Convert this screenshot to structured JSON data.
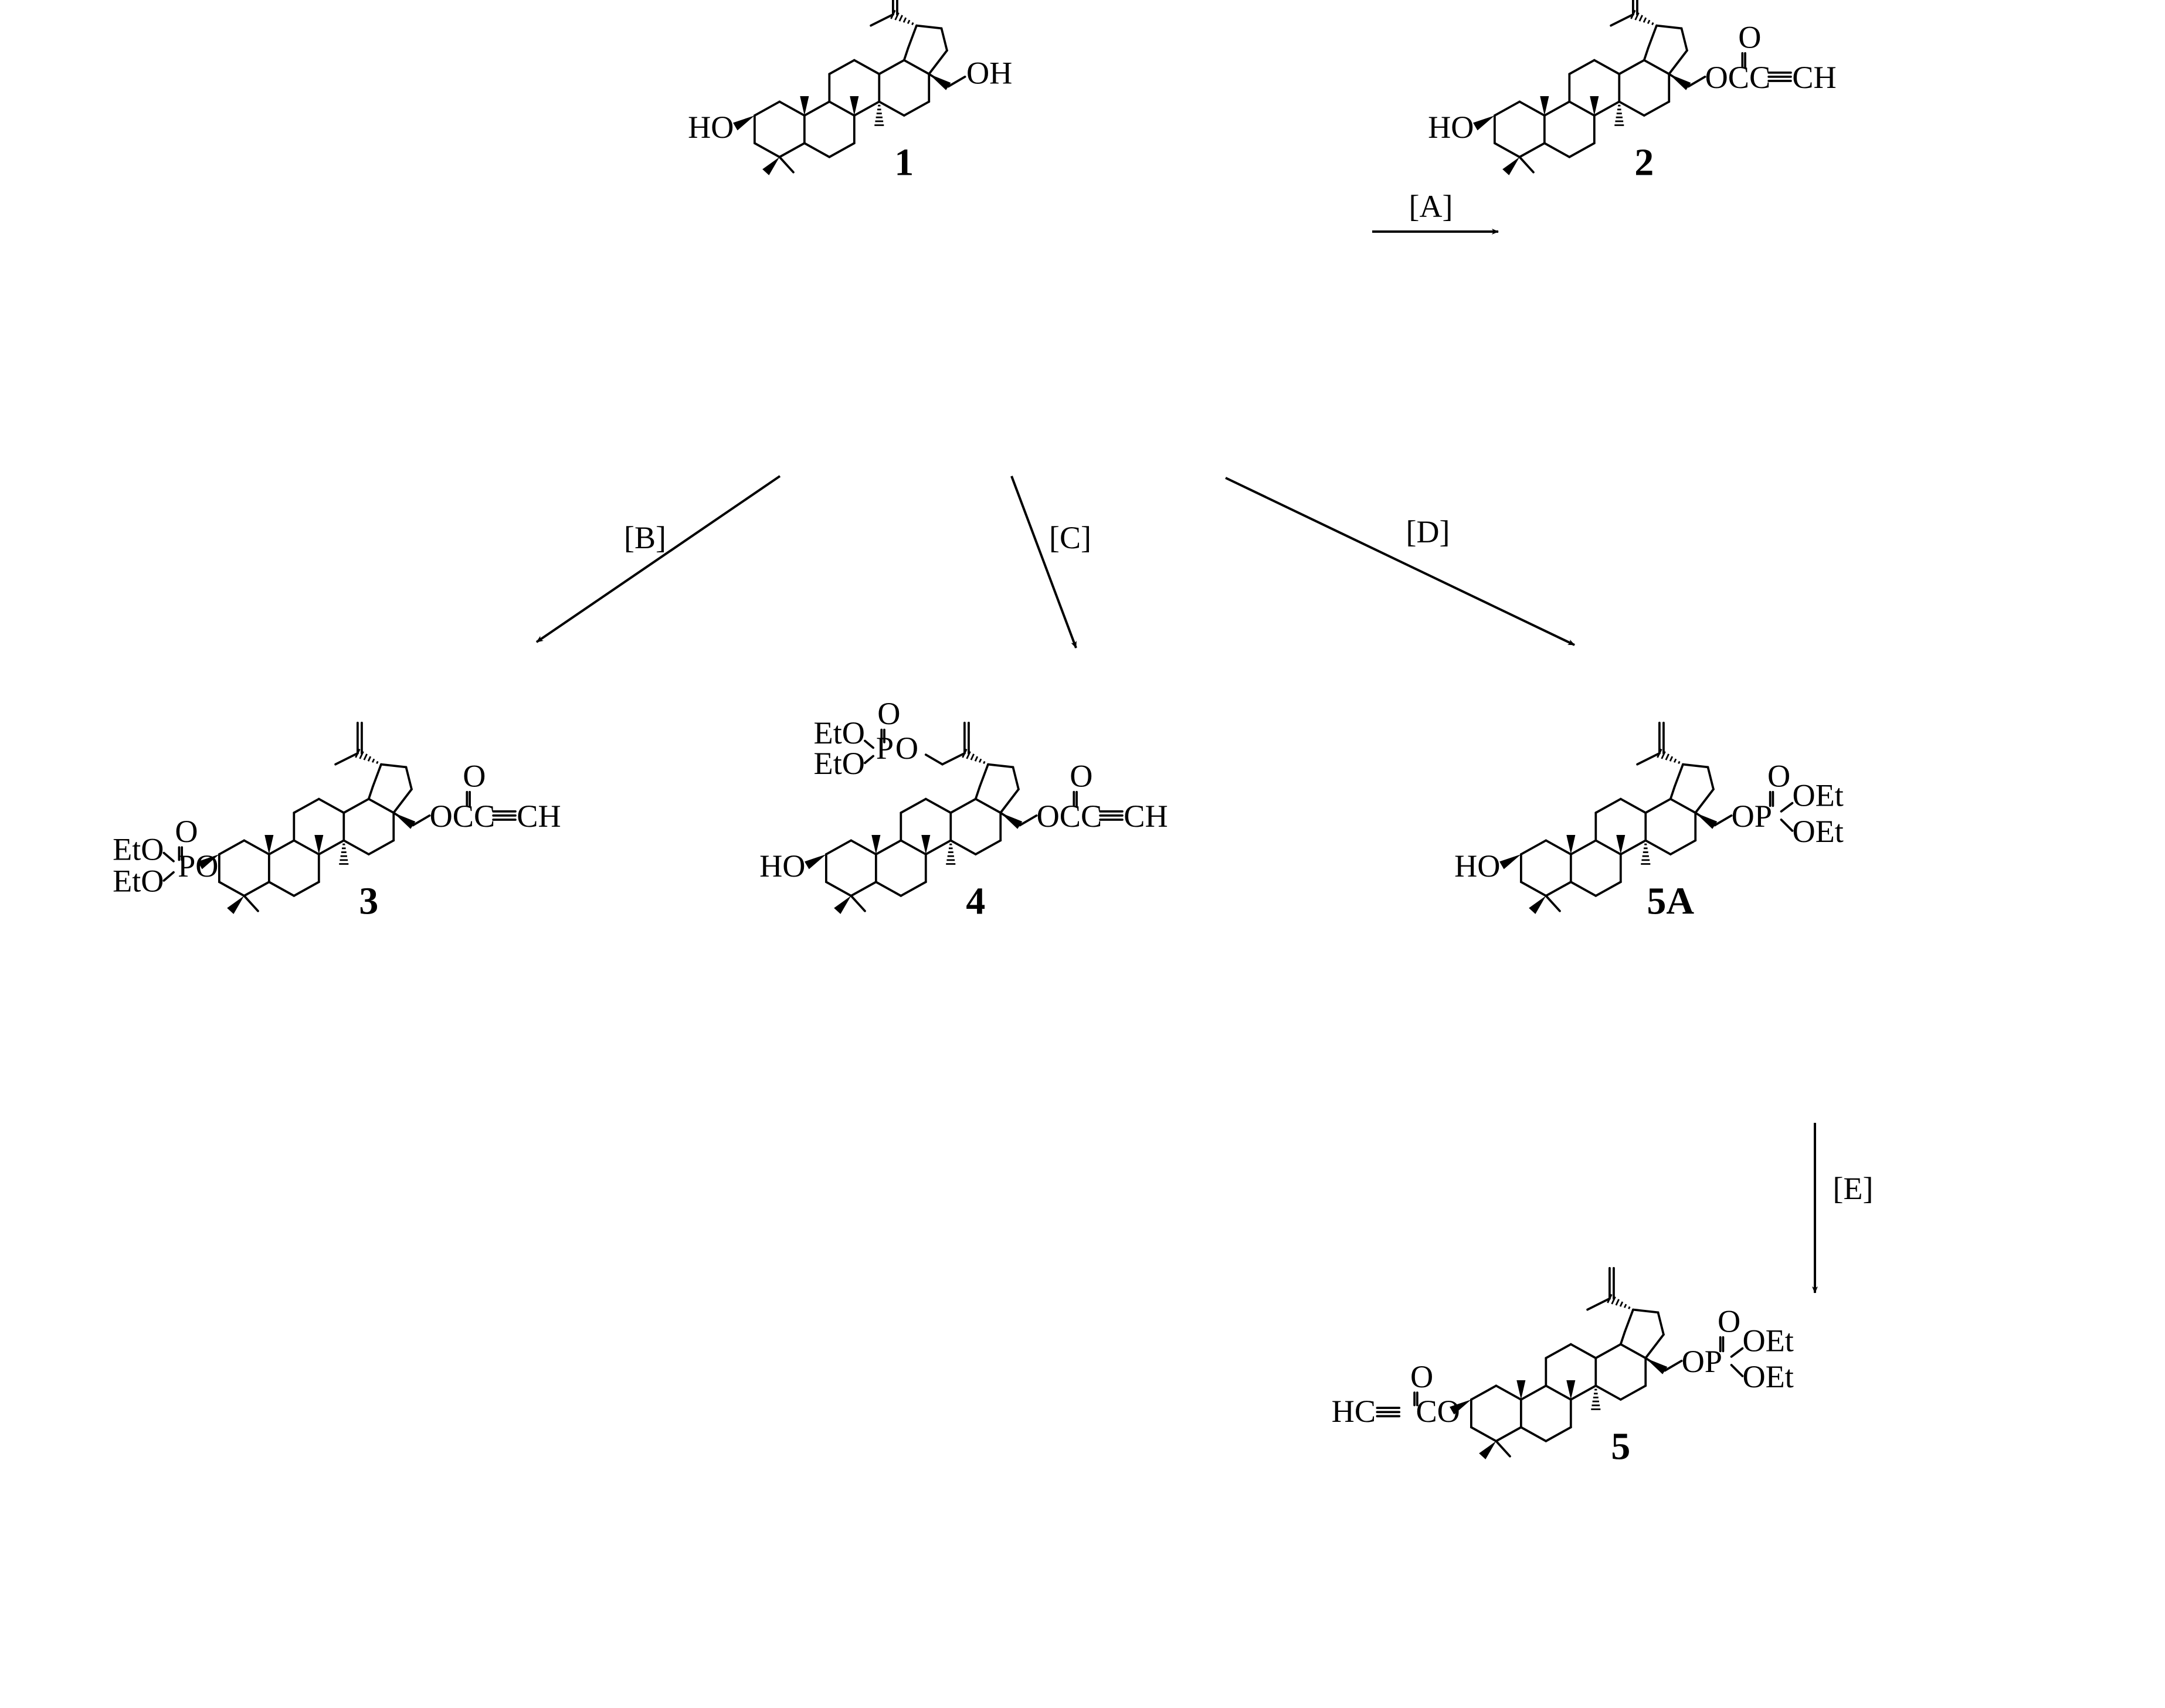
{
  "compounds": [
    {
      "id": "c1",
      "label": "1",
      "left": "HO",
      "leftSub": null,
      "top": null,
      "right": "OH",
      "rightSub": null,
      "rightKind": "ch2oh"
    },
    {
      "id": "c2",
      "label": "2",
      "left": "HO",
      "leftSub": null,
      "top": null,
      "right": "OCC",
      "rightSub": "O",
      "rightTail": "CH",
      "rightKind": "propiolate"
    },
    {
      "id": "c3",
      "label": "3",
      "left": "PO",
      "leftSub": [
        "O",
        "EtO",
        "EtO"
      ],
      "top": null,
      "right": "OCC",
      "rightSub": "O",
      "rightTail": "CH",
      "rightKind": "propiolate"
    },
    {
      "id": "c4",
      "label": "4",
      "left": "HO",
      "leftSub": null,
      "top": [
        "O",
        "EtO",
        "P",
        "O",
        "EtO"
      ],
      "right": "OCC",
      "rightSub": "O",
      "rightTail": "CH",
      "rightKind": "propiolate"
    },
    {
      "id": "c5A",
      "label": "5A",
      "left": "HO",
      "leftSub": null,
      "top": null,
      "right": "OP",
      "rightSub": [
        "O",
        "OEt",
        "OEt"
      ],
      "rightKind": "phosphate"
    },
    {
      "id": "c5",
      "label": "5",
      "left": "CO",
      "leftSub": [
        "O",
        "HC",
        "C"
      ],
      "top": null,
      "right": "OP",
      "rightSub": [
        "O",
        "OEt",
        "OEt"
      ],
      "rightKind": "phosphate"
    }
  ],
  "arrows": [
    {
      "id": "A",
      "label": "[A]"
    },
    {
      "id": "B",
      "label": "[B]"
    },
    {
      "id": "C",
      "label": "[C]"
    },
    {
      "id": "D",
      "label": "[D]"
    },
    {
      "id": "E",
      "label": "[E]"
    }
  ]
}
